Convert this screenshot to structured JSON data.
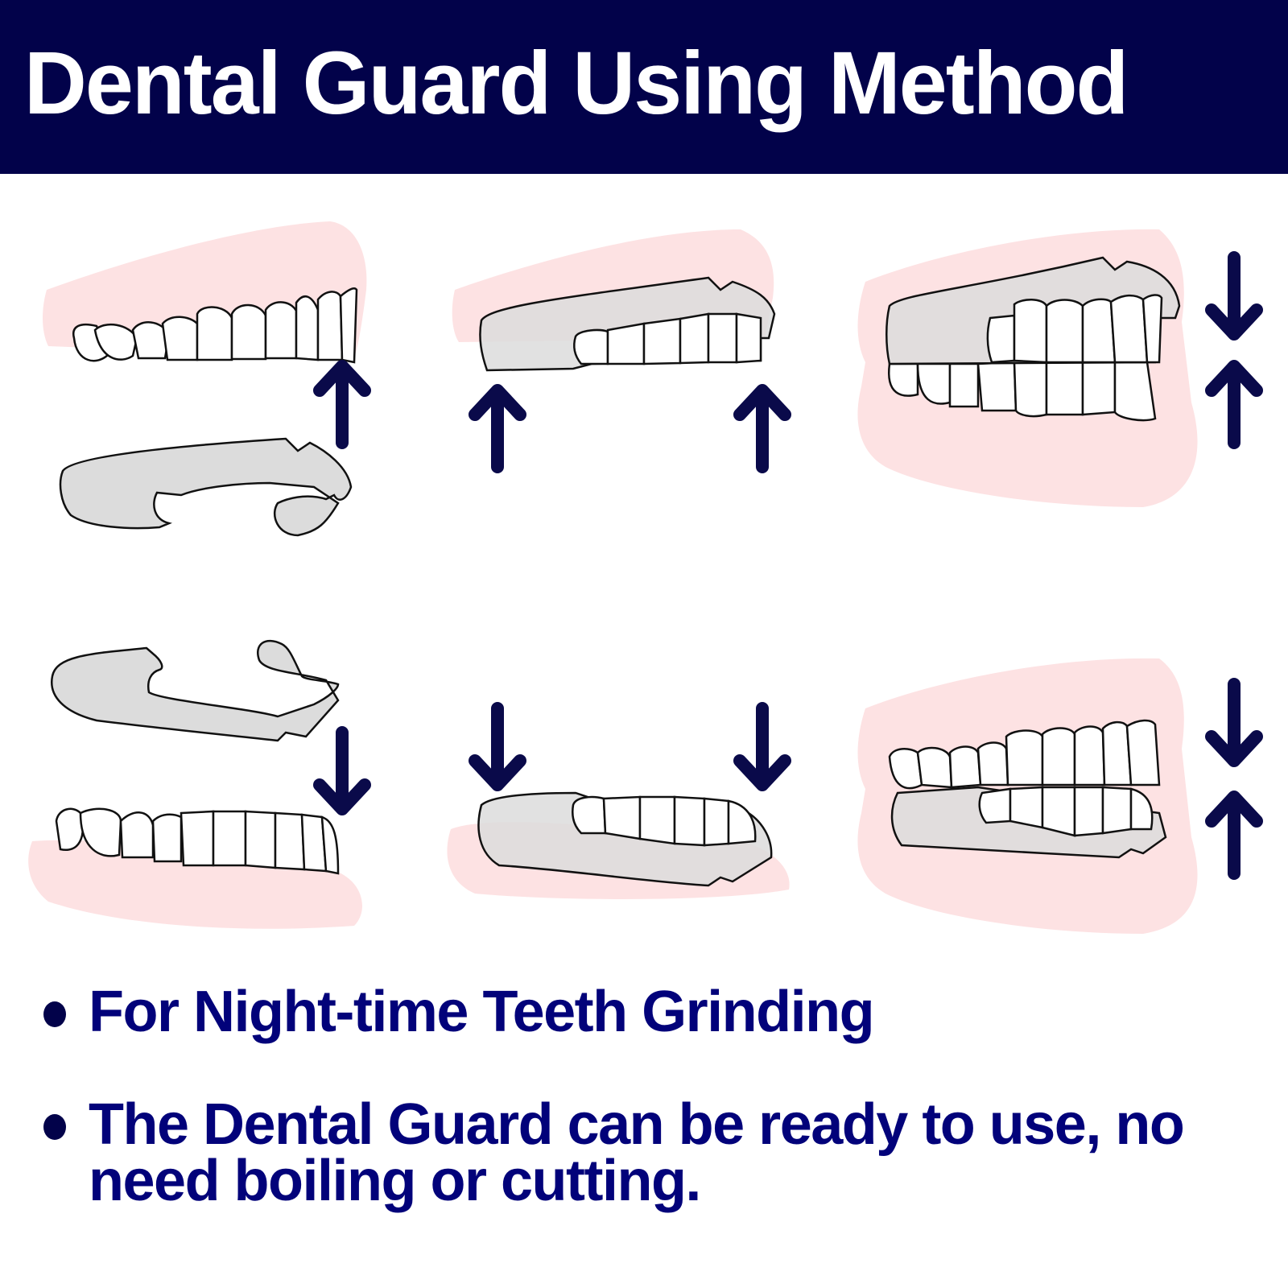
{
  "header": {
    "title": "Dental Guard Using Method",
    "background_color": "#02024a",
    "text_color": "#ffffff"
  },
  "colors": {
    "gum": "#fde2e3",
    "guard": "#dcdcdc",
    "tooth": "#ffffff",
    "outline": "#111111",
    "arrow": "#0a0a4a",
    "bullet_text": "#02027a"
  },
  "steps": [
    {
      "row": 1,
      "col": 1,
      "description": "upper teeth with guard below",
      "arrows": [
        "arrow-up"
      ]
    },
    {
      "row": 1,
      "col": 2,
      "description": "guard pushed onto upper teeth",
      "arrows": [
        "arrow-up",
        "arrow-up"
      ]
    },
    {
      "row": 1,
      "col": 3,
      "description": "bite down with guard on upper teeth",
      "arrows": [
        "arrow-down",
        "arrow-up"
      ]
    },
    {
      "row": 2,
      "col": 1,
      "description": "guard above lower teeth",
      "arrows": [
        "arrow-down"
      ]
    },
    {
      "row": 2,
      "col": 2,
      "description": "guard pressed onto lower teeth",
      "arrows": [
        "arrow-down",
        "arrow-down"
      ]
    },
    {
      "row": 2,
      "col": 3,
      "description": "bite down with guard on lower teeth",
      "arrows": [
        "arrow-down",
        "arrow-up"
      ]
    }
  ],
  "bullets": [
    {
      "text": "For Night-time Teeth Grinding"
    },
    {
      "text": "The Dental Guard can be ready to use, no need boiling or cutting."
    }
  ]
}
